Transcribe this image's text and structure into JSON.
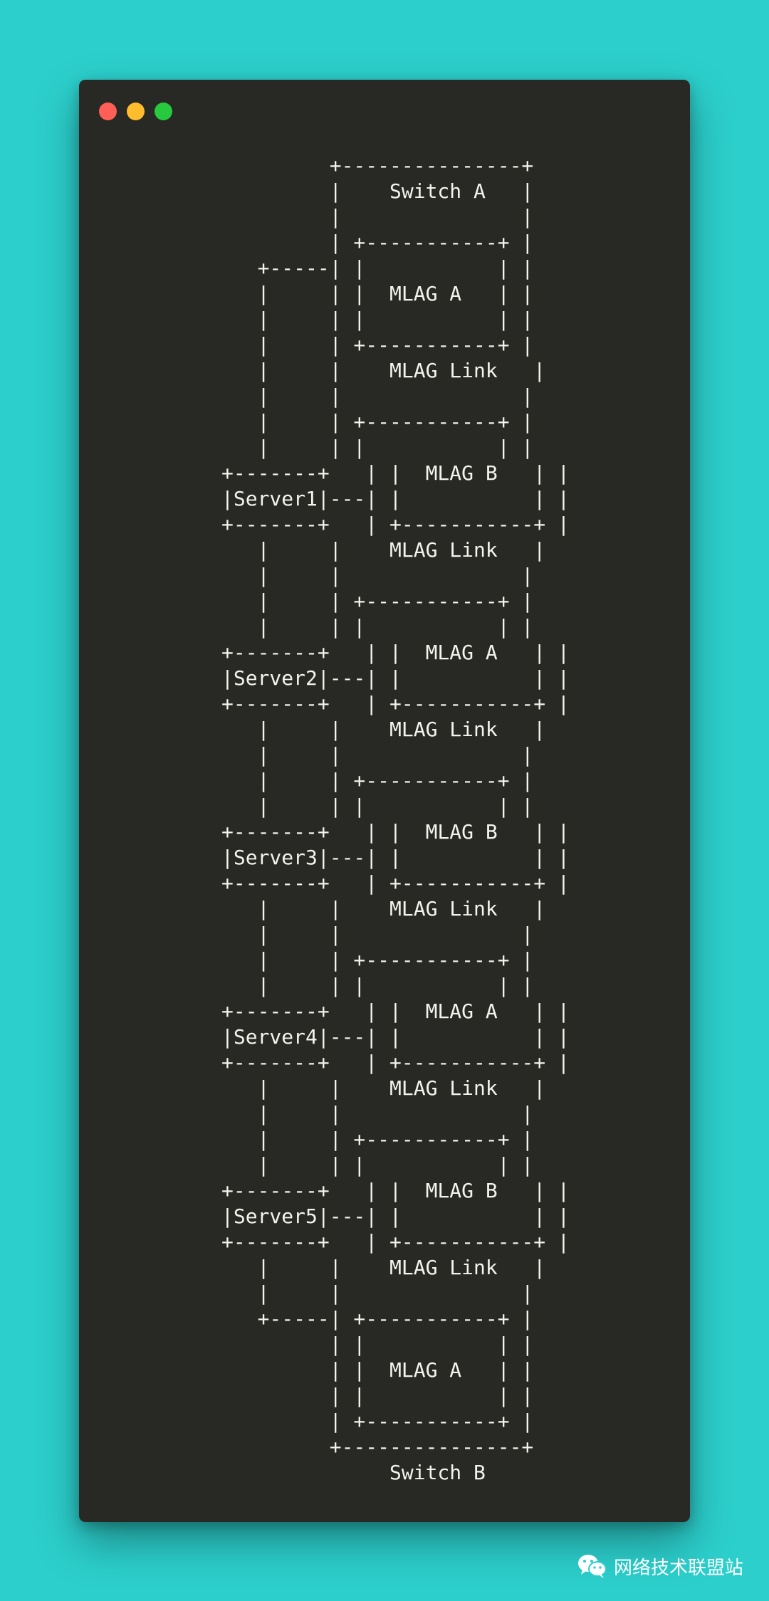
{
  "window": {
    "controls": [
      {
        "name": "close",
        "color": "#ff5f56"
      },
      {
        "name": "minimize",
        "color": "#ffbd2e"
      },
      {
        "name": "maximize",
        "color": "#27c93f"
      }
    ]
  },
  "diagram_lines": [
    "         +---------------+",
    "         |    Switch A   |",
    "         |               |",
    "         | +-----------+ |",
    "   +-----| |           | |",
    "   |     | |  MLAG A   | |",
    "   |     | |           | |",
    "   |     | +-----------+ |",
    "   |     |    MLAG Link   |",
    "   |     |               |",
    "   |     | +-----------+ |",
    "   |     | |           | |",
    "+-------+   | |  MLAG B   | |",
    "|Server1|---| |           | |",
    "+-------+   | +-----------+ |",
    "   |     |    MLAG Link   |",
    "   |     |               |",
    "   |     | +-----------+ |",
    "   |     | |           | |",
    "+-------+   | |  MLAG A   | |",
    "|Server2|---| |           | |",
    "+-------+   | +-----------+ |",
    "   |     |    MLAG Link   |",
    "   |     |               |",
    "   |     | +-----------+ |",
    "   |     | |           | |",
    "+-------+   | |  MLAG B   | |",
    "|Server3|---| |           | |",
    "+-------+   | +-----------+ |",
    "   |     |    MLAG Link   |",
    "   |     |               |",
    "   |     | +-----------+ |",
    "   |     | |           | |",
    "+-------+   | |  MLAG A   | |",
    "|Server4|---| |           | |",
    "+-------+   | +-----------+ |",
    "   |     |    MLAG Link   |",
    "   |     |               |",
    "   |     | +-----------+ |",
    "   |     | |           | |",
    "+-------+   | |  MLAG B   | |",
    "|Server5|---| |           | |",
    "+-------+   | +-----------+ |",
    "   |     |    MLAG Link   |",
    "   |     |               |",
    "   +-----| +-----------+ |",
    "         | |           | |",
    "         | |  MLAG A   | |",
    "         | |           | |",
    "         | +-----------+ |",
    "         +---------------+",
    "              Switch B"
  ],
  "watermark": {
    "icon": "wechat-icon",
    "text": "网络技术联盟站"
  }
}
